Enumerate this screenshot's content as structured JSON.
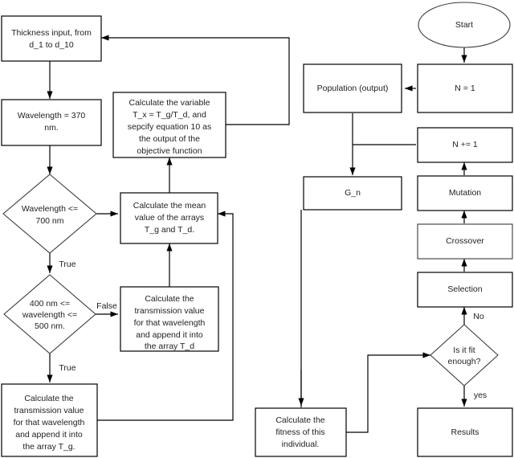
{
  "diagram": {
    "title": "Thin film optimization genetic algorithm flowchart",
    "background_color": "#ffffff",
    "stroke_color": "#000000",
    "text_color": "#222222"
  },
  "nodes": {
    "thickness_input": {
      "shape": "rectangle",
      "lines": [
        "Thickness input, from",
        "d_1 to d_10"
      ]
    },
    "wavelength_init": {
      "shape": "rectangle",
      "lines": [
        "Wavelength = 370",
        "nm."
      ]
    },
    "wavelength_decision": {
      "shape": "diamond",
      "lines": [
        "Wavelength <=",
        "700 nm"
      ]
    },
    "range_decision": {
      "shape": "diamond",
      "lines": [
        "400 nm <=",
        "wavelength <=",
        "500 nm."
      ]
    },
    "append_tg": {
      "shape": "rectangle",
      "lines": [
        "Calculate the",
        "transmission value",
        "for that wavelength",
        "and append it into",
        "the array T_g."
      ]
    },
    "append_td": {
      "shape": "rectangle",
      "lines": [
        "Calculate the",
        "transmission value",
        "for that wavelength",
        "and append it into",
        "the array T_d"
      ]
    },
    "mean_value": {
      "shape": "rectangle",
      "lines": [
        "Calculate the mean",
        "value of the arrays",
        "T_g and T_d."
      ]
    },
    "objective_function": {
      "shape": "rectangle",
      "lines": [
        "Calculate the variable",
        "T_x = T_g/T_d, and",
        "sepcify equation 10 as",
        "the output of the",
        "objective function"
      ]
    },
    "start": {
      "shape": "ellipse",
      "lines": [
        "Start"
      ]
    },
    "n_init": {
      "shape": "rectangle",
      "lines": [
        "N = 1"
      ]
    },
    "population": {
      "shape": "rectangle",
      "lines": [
        "Population (output)"
      ]
    },
    "n_increment": {
      "shape": "rectangle",
      "lines": [
        "N += 1"
      ]
    },
    "g_n": {
      "shape": "rectangle",
      "lines": [
        "G_n"
      ]
    },
    "mutation": {
      "shape": "rectangle",
      "lines": [
        "Mutation"
      ]
    },
    "crossover": {
      "shape": "rectangle",
      "lines": [
        "Crossover"
      ]
    },
    "selection": {
      "shape": "rectangle",
      "lines": [
        "Selection"
      ]
    },
    "fitness": {
      "shape": "diamond",
      "lines": [
        "Is it fit",
        "enough?"
      ]
    },
    "calc_fitness": {
      "shape": "rectangle",
      "lines": [
        "Calculate the",
        "fitness of this",
        "individual."
      ]
    },
    "results": {
      "shape": "rectangle",
      "lines": [
        "Results"
      ]
    }
  },
  "edge_labels": {
    "wavelength_true": "True",
    "range_false": "False",
    "range_true": "True",
    "fitness_no": "No",
    "fitness_yes": "yes"
  }
}
